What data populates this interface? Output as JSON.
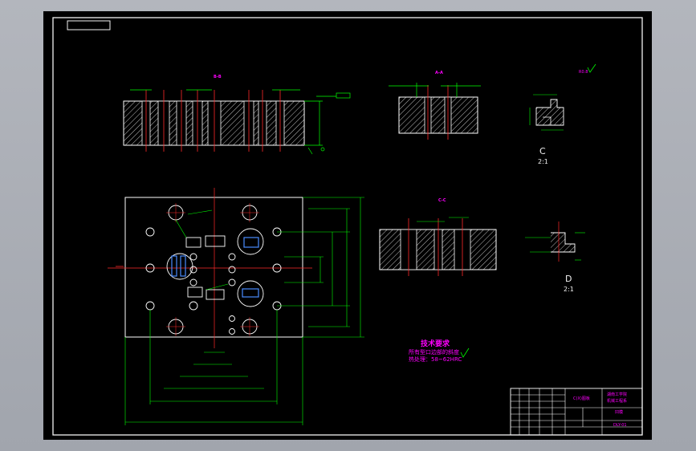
{
  "drawing": {
    "colors": {
      "background": "#000000",
      "frame": "#f2f2f2",
      "outline": "#ffffff",
      "dimension": "#00ff00",
      "centerline": "#ff2a2a",
      "hatch": "#c8c8c8",
      "annotation": "#ff00ff",
      "highlight": "#ffff00",
      "slot": "#4a8cff",
      "viewport": "#a8abb2"
    },
    "section_labels": {
      "bb": "B-B",
      "aa": "A-A",
      "cc": "C-C"
    },
    "detail_views": {
      "c_letter": "C",
      "c_scale": "2:1",
      "d_letter": "D",
      "d_scale": "2:1"
    },
    "technical_requirements": {
      "title": "技术要求",
      "line1": "所有型口边部的斜度",
      "line2": "热处理：58~62HRC"
    },
    "title_block": {
      "part_name": "C(X)图板",
      "company_line1": "湖南工学院",
      "company_line2": "机械工程系",
      "material": "凹模",
      "drawing_no": "DLY-01"
    }
  }
}
